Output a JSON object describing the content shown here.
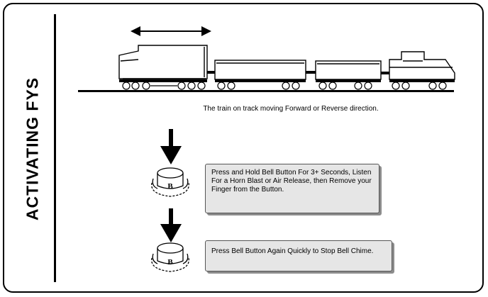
{
  "side_title": "ACTIVATING FYS",
  "caption": "The train on track moving Forward or Reverse direction.",
  "button_letter": "B",
  "steps": [
    {
      "text": "Press and Hold Bell Button For 3+ Seconds, Listen For a Horn Blast or Air Release, then Remove your Finger from the Button."
    },
    {
      "text": "Press Bell Button Again Quickly to Stop Bell Chime."
    }
  ],
  "icons": {
    "direction": "double-arrow-icon",
    "train": "train-illustration",
    "press": "down-arrow-icon",
    "button": "bell-button-icon"
  }
}
